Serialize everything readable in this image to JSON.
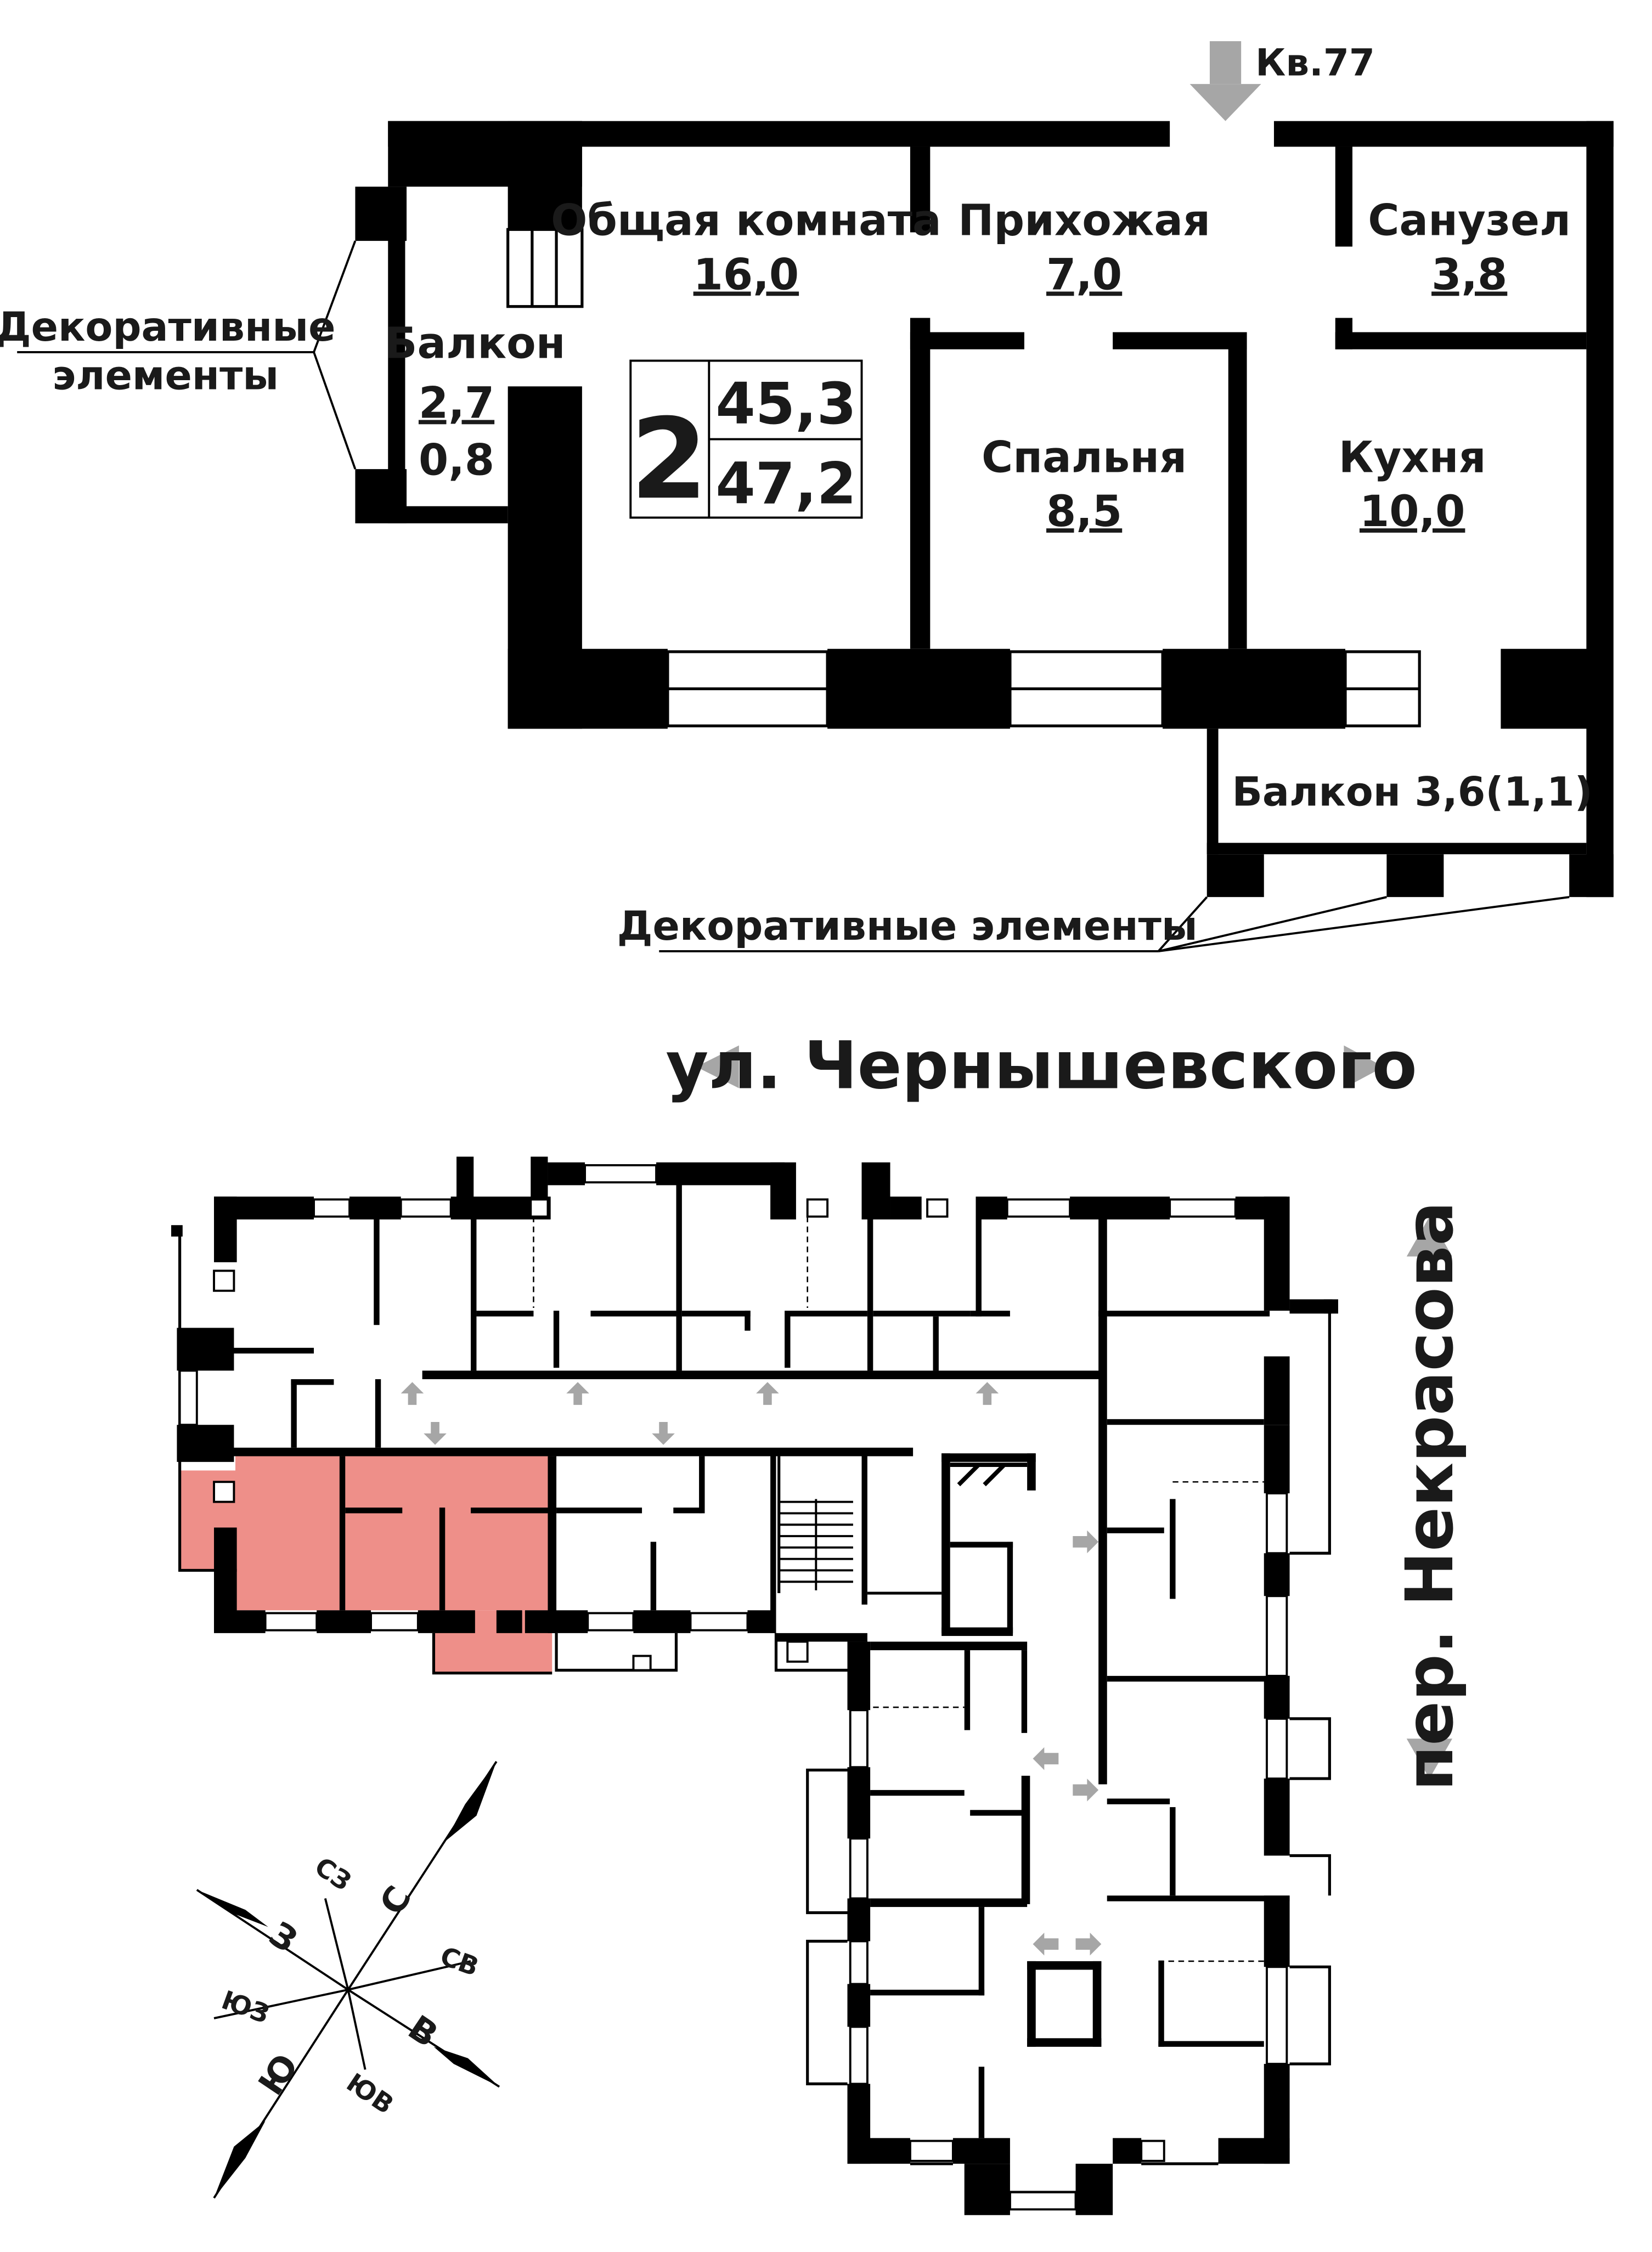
{
  "apartment": {
    "entrance_label": "Кв.77",
    "rooms_count": "2",
    "area_total": "45,3",
    "area_with_balcony": "47,2",
    "rooms": [
      {
        "id": "living",
        "name": "Общая комната",
        "area": "16,0"
      },
      {
        "id": "hall",
        "name": "Прихожая",
        "area": "7,0"
      },
      {
        "id": "bath",
        "name": "Санузел",
        "area": "3,8"
      },
      {
        "id": "bedroom",
        "name": "Спальня",
        "area": "8,5"
      },
      {
        "id": "kitchen",
        "name": "Кухня",
        "area": "10,0"
      }
    ],
    "balcony_left": {
      "name": "Балкон",
      "area": "2,7",
      "coef_area": "0,8"
    },
    "balcony_right": {
      "label": "Балкон 3,6(1,1)"
    },
    "decor_label_left_1": "Декоративные",
    "decor_label_left_2": "элементы",
    "decor_label_bottom": "Декоративные элементы"
  },
  "site": {
    "street_top": "ул. Чернышевского",
    "street_right": "пер. Некрасова"
  },
  "compass": {
    "labels": [
      "С",
      "СВ",
      "В",
      "ЮВ",
      "Ю",
      "ЮЗ",
      "З",
      "СЗ"
    ]
  },
  "colors": {
    "wall": "#000000",
    "highlight": "#ee8f89",
    "arrow": "#a6a6a6",
    "text": "#1a1a1a"
  }
}
